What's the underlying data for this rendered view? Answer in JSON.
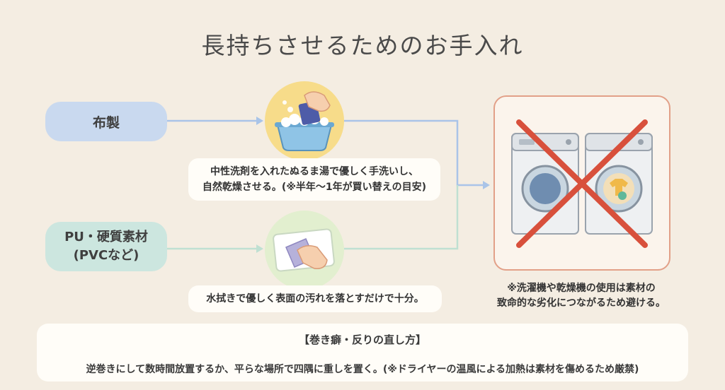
{
  "title": "長持ちさせるためのお手入れ",
  "materials": {
    "cloth": {
      "label": "布製",
      "note_line1": "中性洗剤を入れたぬるま湯で優しく手洗いし、",
      "note_line2": "自然乾燥させる。(※半年〜1年が買い替えの目安)"
    },
    "pu": {
      "label_line1": "PU・硬質素材",
      "label_line2": "(PVCなど)",
      "note": "水拭きで優しく表面の汚れを落とすだけで十分。"
    }
  },
  "prohibited": {
    "warning_line1": "※洗濯機や乾燥機の使用は素材の",
    "warning_line2": "致命的な劣化につながるため避ける。"
  },
  "fix": {
    "heading": "【巻き癖・反りの直し方】",
    "text": "逆巻きにして数時間放置するか、平らな場所で四隅に重しを置く。(※ドライヤーの温風による加熱は素材を傷めるため厳禁)"
  },
  "colors": {
    "cloth_pill": "#c9d9ef",
    "pu_pill": "#cce6df",
    "cloth_circle": "#f7dc8a",
    "pu_circle": "#e2efcf",
    "prohibit_x": "#d8503c",
    "line_blue": "#a9c4e8",
    "line_green": "#bfe0d2"
  }
}
